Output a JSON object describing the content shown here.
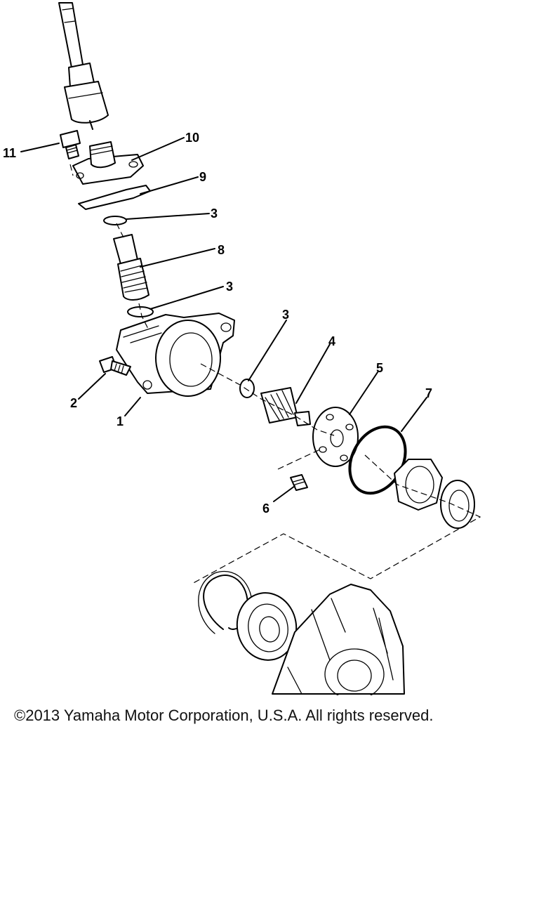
{
  "diagram": {
    "callouts": {
      "c1": "1",
      "c2": "2",
      "c3a": "3",
      "c3b": "3",
      "c3c": "3",
      "c4": "4",
      "c5": "5",
      "c6": "6",
      "c7": "7",
      "c8": "8",
      "c9": "9",
      "c10": "10",
      "c11": "11"
    }
  },
  "footer": {
    "copyright": "©2013 Yamaha Motor Corporation, U.S.A. All rights reserved."
  }
}
